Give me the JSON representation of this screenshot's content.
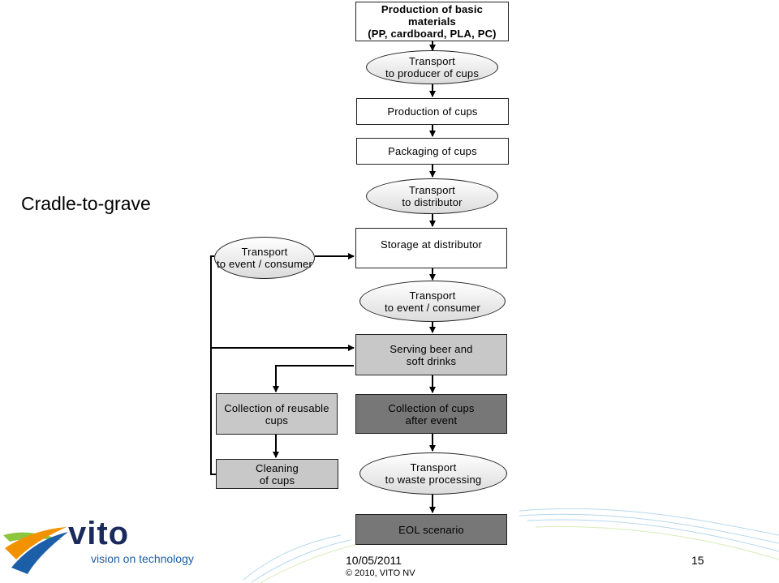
{
  "title": "Cradle-to-grave",
  "nodes": {
    "raw_materials": "Production of basic materials\n(PP, cardboard, PLA, PC)",
    "transport_producer": "Transport\nto producer of cups",
    "production_cups": "Production of cups",
    "packaging_cups": "Packaging of cups",
    "transport_distributor": "Transport\nto distributor",
    "storage_distributor": "Storage at distributor",
    "transport_event_left": "Transport\nto event / consumer",
    "transport_event_center": "Transport\nto event / consumer",
    "serving": "Serving beer and\nsoft drinks",
    "collection_reusable": "Collection of reusable\ncups",
    "collection_after_event": "Collection of cups\nafter event",
    "cleaning": "Cleaning\nof cups",
    "transport_waste": "Transport\nto waste processing",
    "eol": "EOL scenario"
  },
  "footer": {
    "date": "10/05/2011",
    "copyright": "© 2010, VITO NV",
    "page": "15"
  },
  "logo": {
    "name": "vito",
    "tagline": "vision on technology"
  },
  "colors": {
    "logo_blue": "#1b5fa8",
    "logo_orange": "#f39200",
    "logo_green": "#8cc63f",
    "logo_navy": "#1b2a5c",
    "box_grey": "#c8c8c8",
    "box_dark": "#777777"
  }
}
